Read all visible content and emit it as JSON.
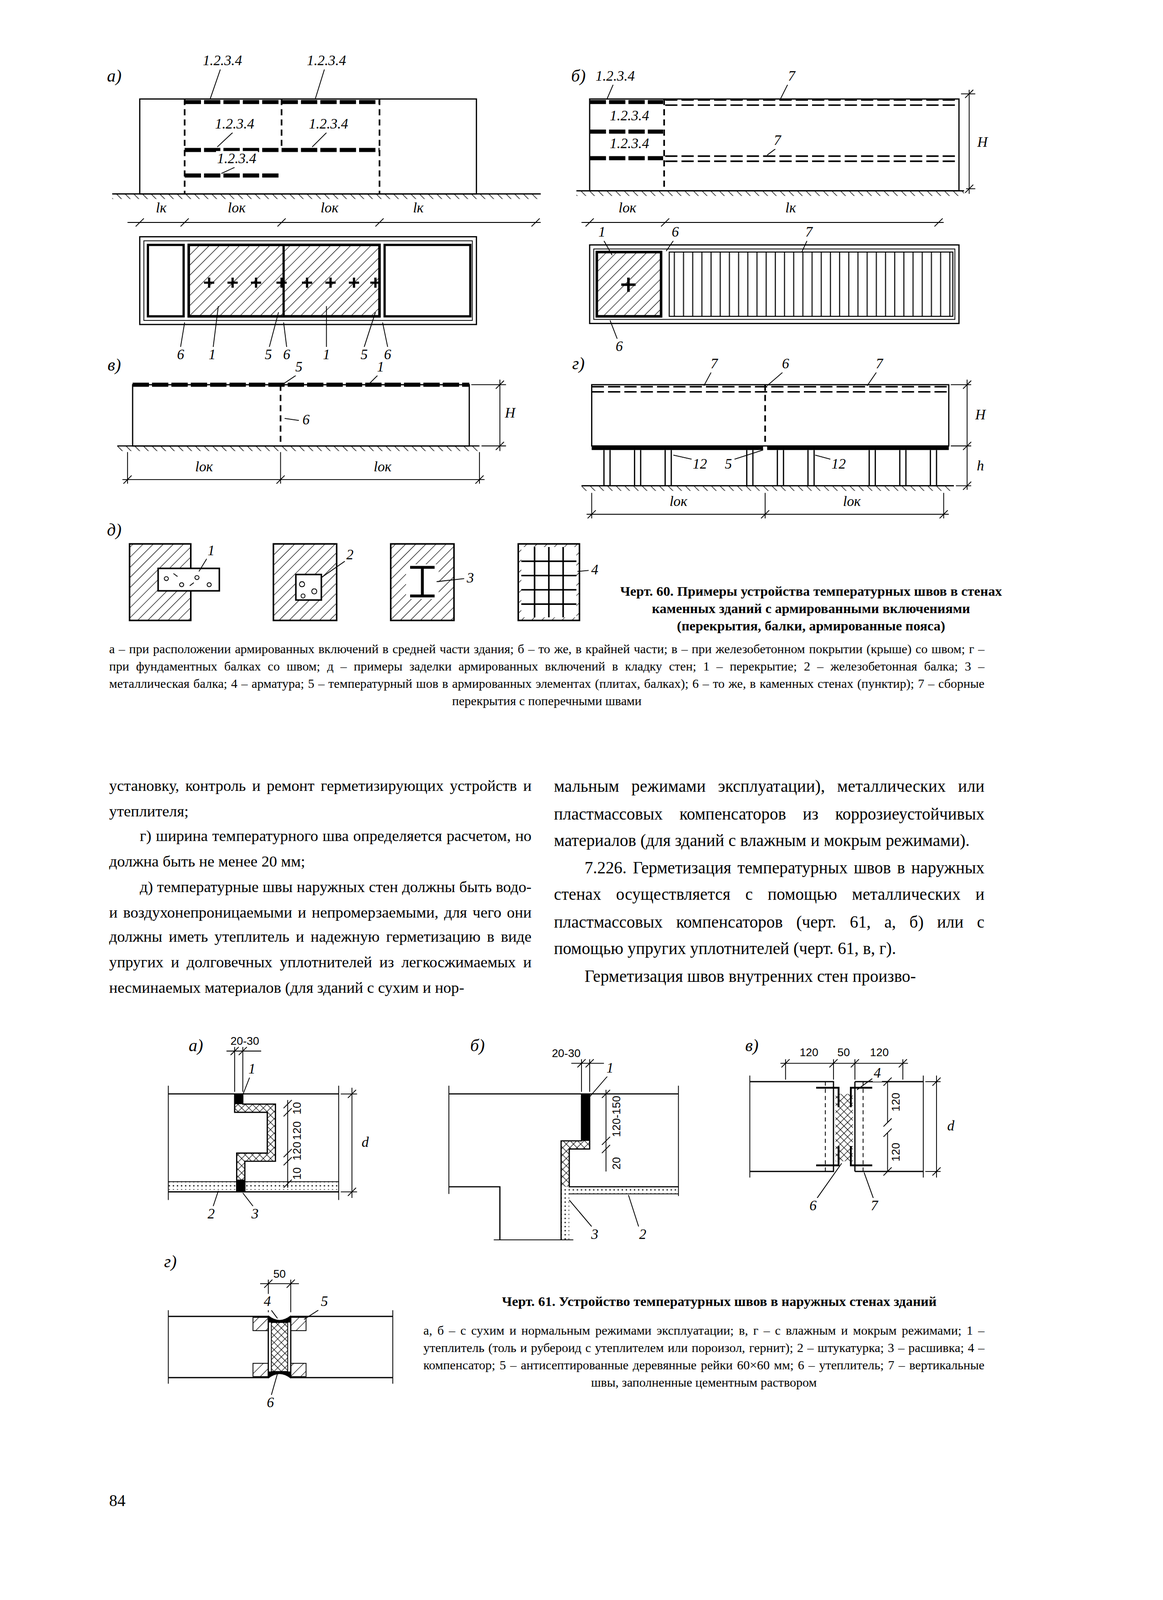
{
  "diagram": {
    "labels": [
      "а)",
      "1.2.3.4",
      "1.2.3.4",
      "1.2.3.4",
      "1.2.3.4",
      "1.2.3.4",
      "lк",
      "lок",
      "lок",
      "lк",
      "6",
      "1",
      "5",
      "6",
      "1",
      "5",
      "6",
      "в)",
      "5",
      "1",
      "6",
      "H",
      "lок",
      "lок",
      "б)",
      "1.2.3.4",
      "7",
      "1.2.3.4",
      "1.2.3.4",
      "7",
      "H",
      "lок",
      "lк",
      "1",
      "6",
      "7",
      "6",
      "г)",
      "7",
      "6",
      "7",
      "H",
      "h",
      "12",
      "5",
      "12",
      "lок",
      "lок",
      "д)",
      "1",
      "2",
      "3",
      "4",
      "Черт. 60. Примеры устройства температурных швов в стенах каменных зданий с армированными включениями (перекрытия, балки, армированные пояса)",
      "а – при расположении армированных включений в средней части здания; б – то же, в крайней части; в – при железобетонном покрытии (крыше) со швом; г – при фундаментных балках со швом; д – примеры заделки армированных включений в кладку стен; 1 – перекрытие; 2 – железобетонная балка; 3 – металлическая балка; 4 – арматура; 5 – температурный шов в армированных элементах (плитах, балках); 6 – то же, в каменных стенах (пунктир); 7 – сборные перекрытия с поперечными швами",
      "установку, контроль и ремонт герметизирующих устройств и утеплителя;",
      "г) ширина температурного шва определяется расчетом, но должна быть не менее 20 мм;",
      "д) температурные швы наружных стен должны быть водо- и воздухонепроницаемыми и непромерзаемыми, для чего они должны иметь утеплитель и надежную герметизацию в виде упругих и долговечных уплотнителей из легкосжимаемых и несминаемых материалов (для зданий с сухим и нор-",
      "мальным режимами эксплуатации), металлических или пластмассовых компенсаторов из коррозиеустойчивых материалов (для зданий с влажным и мокрым режимами).",
      "7.226. Герметизация температурных швов в наружных стенах осуществляется с помощью металлических и пластмассовых компенсаторов (черт. 61, а, б) или с помощью упругих уплотнителей (черт. 61, в, г).",
      "Герметизация швов внутренних стен произво-",
      "а)",
      "20-30",
      "1",
      "10",
      "120",
      "120",
      "10",
      "d",
      "2",
      "3",
      "б)",
      "20-30",
      "1",
      "120-150",
      "20",
      "3",
      "2",
      "в)",
      "120",
      "50",
      "120",
      "4",
      "120",
      "120",
      "d",
      "6",
      "7",
      "г)",
      "50",
      "4",
      "5",
      "6",
      "Черт. 61. Устройство температурных швов в наружных стенах зданий",
      "а, б – с сухим и нормальным режимами эксплуатации; в, г – с влажным и мокрым режимами; 1 – утеплитель (толь и рубероид с утеплителем или пороизол, гернит); 2 – штукатурка; 3 – расшивка; 4 – компенсатор; 5 – антисептированные деревянные рейки 60×60 мм; 6 – утеплитель; 7 – вертикальные швы, заполненные цементным раствором",
      "84"
    ]
  }
}
